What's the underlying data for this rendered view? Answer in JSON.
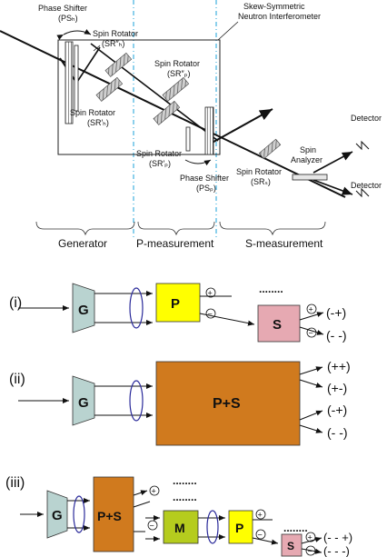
{
  "top": {
    "title": "Skew-Symmetric\nNeutron Interferometer",
    "phase_shifter_g": "Phase Shifter",
    "phase_shifter_g_sub": "(PSₕ)",
    "spin_rotator_gpp": "Spin Rotator",
    "spin_rotator_gpp_sub": "(SR″ₕ)",
    "spin_rotator_gp": "Spin Rotator",
    "spin_rotator_gp_sub": "(SR′ₕ)",
    "spin_rotator_ppp": "Spin Rotator",
    "spin_rotator_ppp_sub": "(SR″ₚ)",
    "spin_rotator_pp": "Spin Rotator",
    "spin_rotator_pp_sub": "(SR′ₚ)",
    "phase_shifter_p": "Phase Shifter",
    "phase_shifter_p_sub": "(PSₚ)",
    "spin_rotator_s": "Spin Rotator",
    "spin_rotator_s_sub": "(SRₛ)",
    "spin_analyzer": "Spin\nAnalyzer",
    "detector_1": "Detector",
    "detector_2": "Detector",
    "stage_generator": "Generator",
    "stage_p": "P-measurement",
    "stage_s": "S-measurement"
  },
  "panel_i": {
    "label": "(i)",
    "g": "G",
    "p": "P",
    "s": "S",
    "dots": "........",
    "plus": "+",
    "minus": "−",
    "out_1": "(-+)",
    "out_2": "(- -)"
  },
  "panel_ii": {
    "label": "(ii)",
    "g": "G",
    "ps": "P+S",
    "out_1": "(++)",
    "out_2": "(+-)",
    "out_3": "(-+)",
    "out_4": "(- -)"
  },
  "panel_iii": {
    "label": "(iii)",
    "g": "G",
    "ps": "P+S",
    "m": "M",
    "p": "P",
    "s": "S",
    "dots_1": "........",
    "dots_2": "........",
    "dots_3": "........",
    "plus": "+",
    "minus": "−",
    "out_1": "(- - +)",
    "out_2": "(- - -)"
  },
  "colors": {
    "generator": "#b9d3d0",
    "p_box": "#ffff00",
    "s_box": "#e6a9b2",
    "ps_box": "#d07a1e",
    "m_box": "#b5cc1e",
    "lens": "#2a2a9a",
    "stage_line": "#1aa0d8"
  }
}
